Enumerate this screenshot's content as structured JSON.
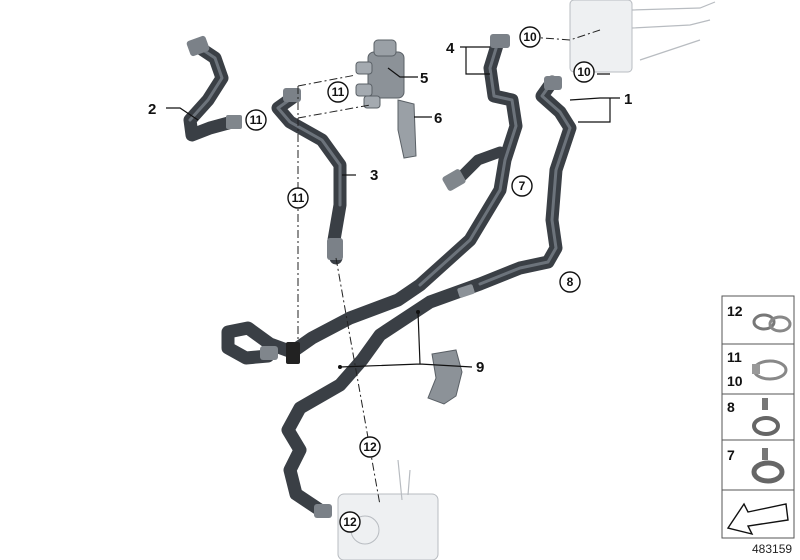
{
  "callouts": {
    "c1": "1",
    "c2": "2",
    "c3": "3",
    "c4": "4",
    "c5": "5",
    "c6": "6",
    "c9": "9"
  },
  "circled": {
    "c10a": "10",
    "c10b": "10",
    "c11a": "11",
    "c11b": "11",
    "c11c": "11",
    "c7": "7",
    "c8": "8",
    "c12a": "12",
    "c12b": "12"
  },
  "legend": {
    "row12": "12",
    "row11": "11",
    "row10": "10",
    "row8": "8",
    "row7": "7"
  },
  "doc_id": "483159",
  "colors": {
    "hose": "#3a3f45",
    "ghost": "#eef0f2",
    "line": "#111111"
  }
}
